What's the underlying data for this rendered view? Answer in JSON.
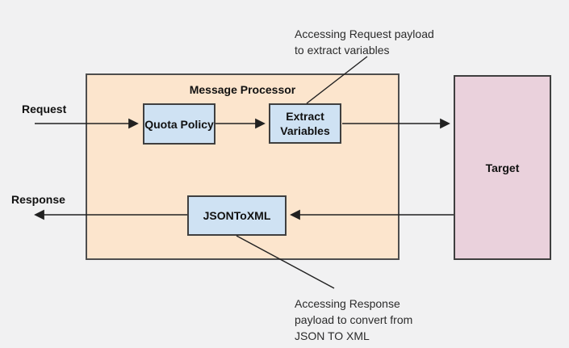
{
  "diagram": {
    "title": "Message Processor",
    "edge_labels": {
      "request": "Request",
      "response": "Response"
    },
    "nodes": {
      "quota_policy": {
        "label": "Quota Policy",
        "fill": "#cfe2f3"
      },
      "extract_variables": {
        "label": "Extract Variables",
        "fill": "#cfe2f3"
      },
      "json_to_xml": {
        "label": "JSONToXML",
        "fill": "#cfe2f3"
      },
      "target": {
        "label": "Target",
        "fill": "#ead1dc"
      }
    },
    "annotations": {
      "request_note": "Accessing Request payload\nto extract variables",
      "response_note": "Accessing Response\npayload to convert from\nJSON TO XML"
    },
    "colors": {
      "canvas_background": "#f1f1f2",
      "processor_fill": "#fce5cd",
      "policy_node_fill": "#cfe2f3",
      "target_fill": "#ead1dc",
      "box_border": "#3f3f3f",
      "connector": "#212121",
      "text": "#111111"
    }
  }
}
